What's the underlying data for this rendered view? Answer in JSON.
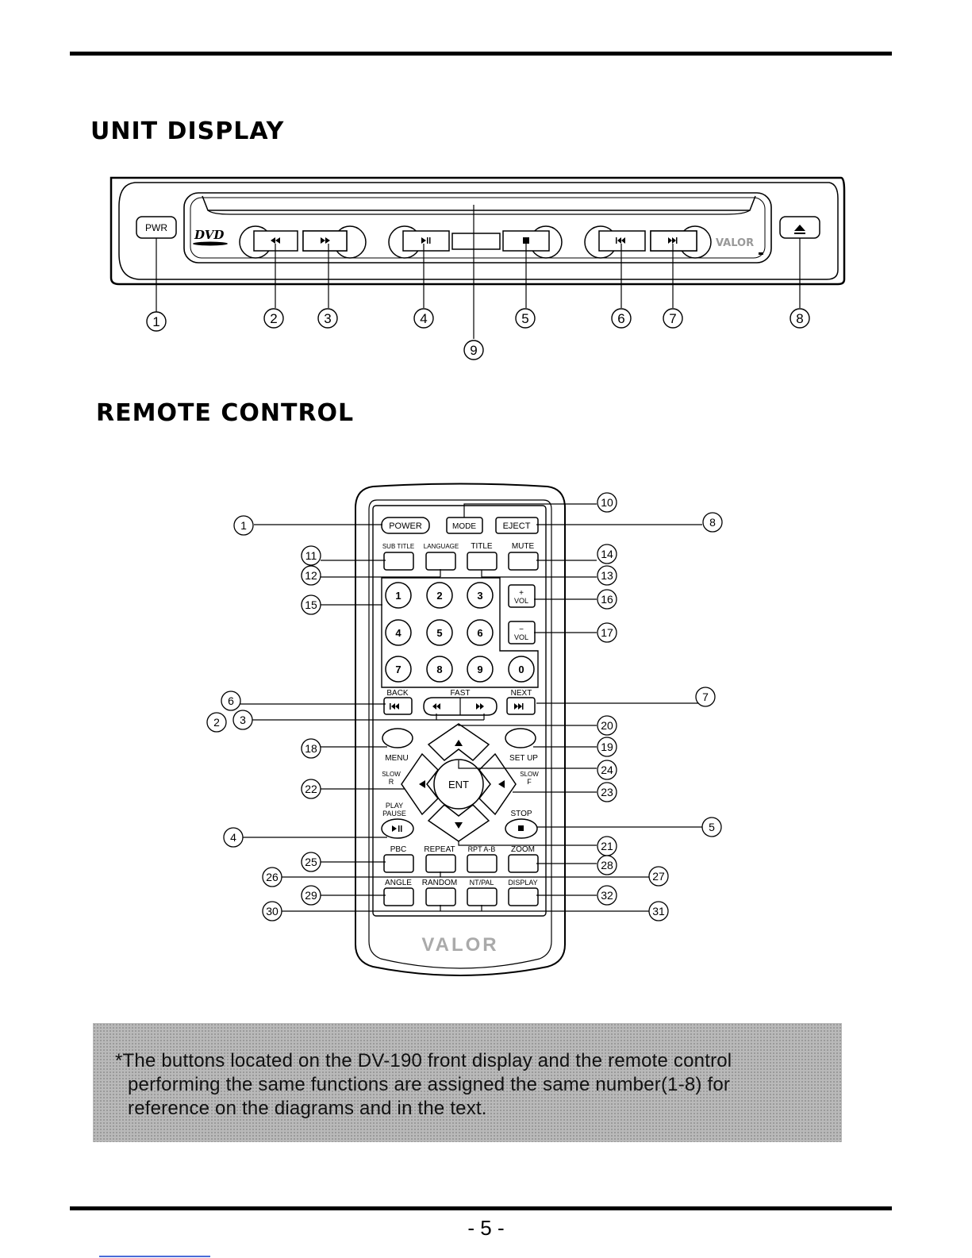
{
  "headings": {
    "unit_display": "UNIT DISPLAY",
    "remote_control": "REMOTE CONTROL"
  },
  "unit": {
    "pwr_label": "PWR",
    "dvd_logo": "DVD",
    "brand_logo": "VALOR",
    "callouts": [
      "1",
      "2",
      "3",
      "4",
      "5",
      "6",
      "7",
      "8",
      "9"
    ]
  },
  "remote": {
    "brand_logo": "VALOR",
    "row1": [
      "POWER",
      "MODE",
      "EJECT"
    ],
    "row2": [
      "SUB TITLE",
      "LANGUAGE",
      "TITLE",
      "MUTE"
    ],
    "digits": [
      "1",
      "2",
      "3",
      "4",
      "5",
      "6",
      "7",
      "8",
      "9",
      "0"
    ],
    "vol_up": "VOL",
    "vol_up_sign": "+",
    "vol_down": "VOL",
    "vol_down_sign": "−",
    "back": "BACK",
    "fast": "FAST",
    "next": "NEXT",
    "menu": "MENU",
    "setup": "SET UP",
    "slow_r": [
      "SLOW",
      "R"
    ],
    "slow_f": [
      "SLOW",
      "F"
    ],
    "ent": "ENT",
    "play_pause": [
      "PLAY",
      "PAUSE"
    ],
    "stop": "STOP",
    "row_bottom1": [
      "PBC",
      "REPEAT",
      "RPT A-B",
      "ZOOM"
    ],
    "row_bottom2": [
      "ANGLE",
      "RANDOM",
      "NT/PAL",
      "DISPLAY"
    ],
    "callouts_left": [
      "1",
      "11",
      "12",
      "15",
      "6",
      "2",
      "3",
      "18",
      "22",
      "4",
      "25",
      "26",
      "29",
      "30"
    ],
    "callouts_right": [
      "10",
      "8",
      "14",
      "13",
      "16",
      "17",
      "7",
      "20",
      "19",
      "24",
      "23",
      "5",
      "21",
      "28",
      "27",
      "32",
      "31"
    ]
  },
  "note": {
    "lines": [
      "*The buttons located on the DV-190 front display and the remote control",
      "performing the same functions are assigned the same number(1-8) for",
      "reference on the diagrams and in the text."
    ]
  },
  "page_number": "- 5 -"
}
